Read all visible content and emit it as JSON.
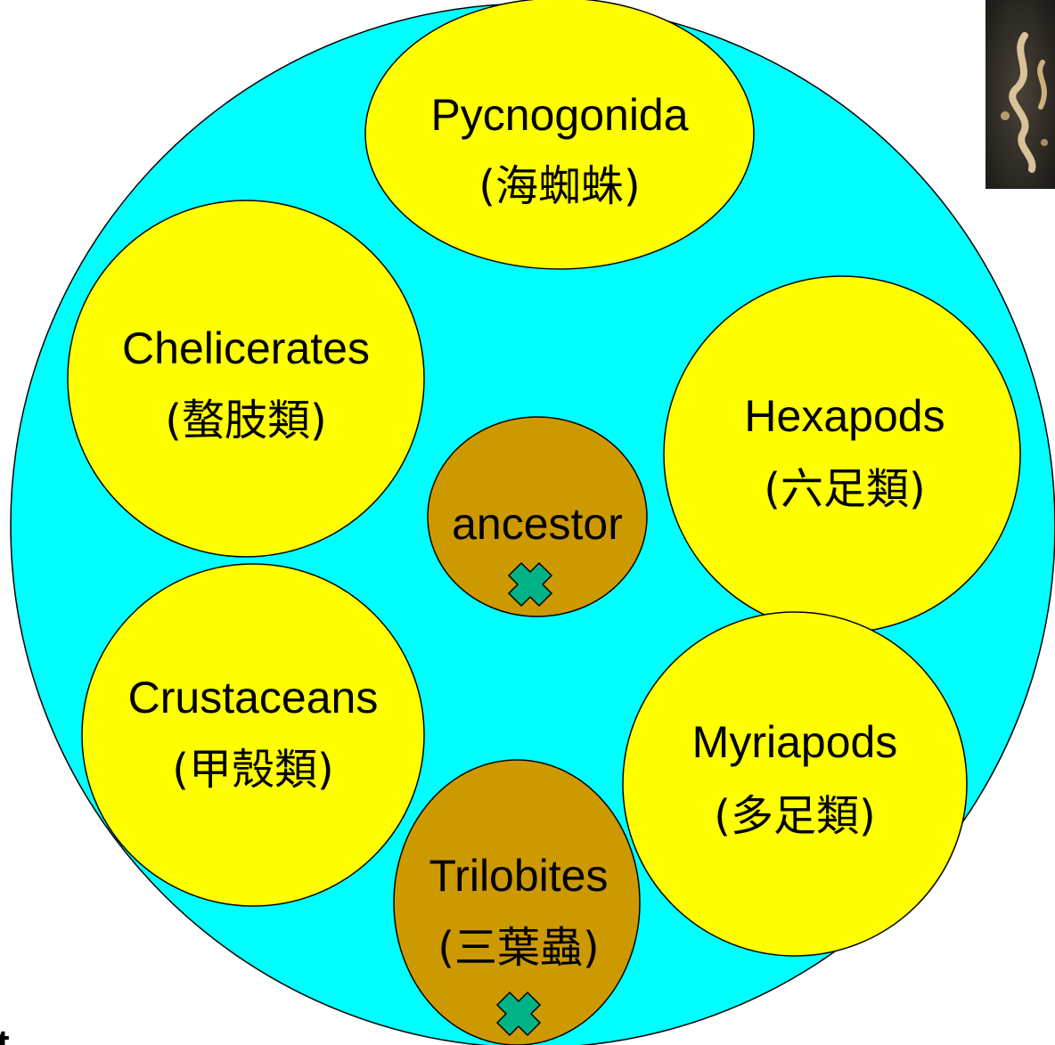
{
  "colors": {
    "outer_fill": "#00FFFF",
    "group_fill": "#FFFF00",
    "extinct_fill": "#CC9900",
    "marker_fill": "#00B386",
    "stroke": "#000000"
  },
  "diagram": {
    "groups": [
      {
        "id": "pycnogonida",
        "name": "Pycnogonida",
        "chinese": "(海蜘蛛)"
      },
      {
        "id": "chelicerates",
        "name": "Chelicerates",
        "chinese": "(螯肢類)"
      },
      {
        "id": "hexapods",
        "name": "Hexapods",
        "chinese": "(六足類)"
      },
      {
        "id": "crustaceans",
        "name": "Crustaceans",
        "chinese": "(甲殼類)"
      },
      {
        "id": "myriapods",
        "name": "Myriapods",
        "chinese": "(多足類)"
      },
      {
        "id": "trilobites",
        "name": "Trilobites",
        "chinese": "(三葉蟲)"
      }
    ],
    "ancestor": {
      "name": "ancestor"
    },
    "photo": {
      "icon": "fossil-photo"
    },
    "corner_text": "t"
  }
}
